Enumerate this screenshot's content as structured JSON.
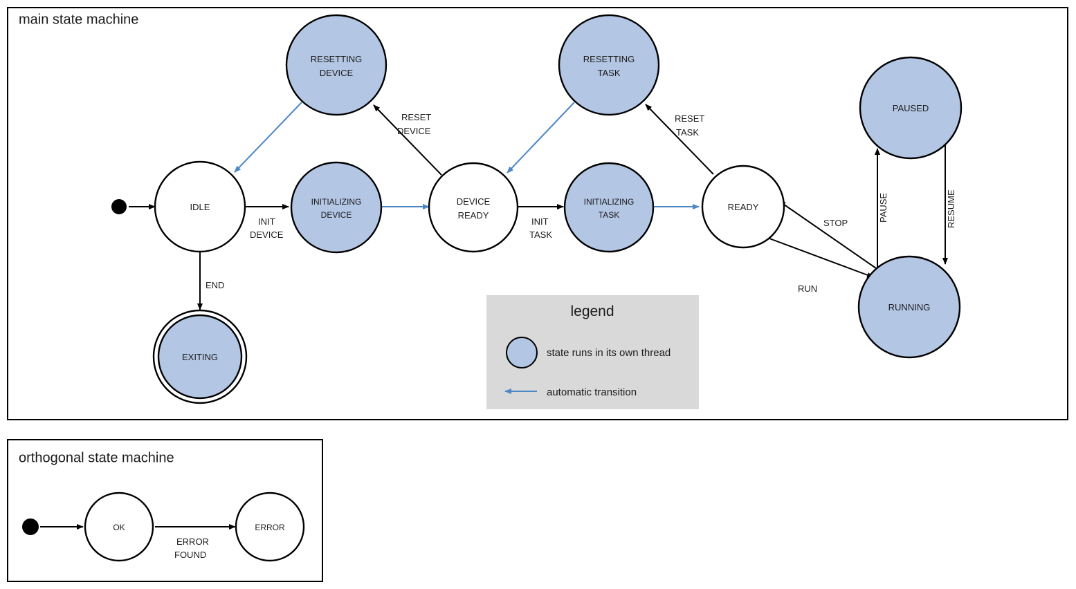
{
  "colors": {
    "thread_state_fill": "#b3c6e4",
    "plain_state_fill": "#ffffff",
    "stroke": "#000000",
    "auto_transition": "#4d86c4",
    "legend_background": "#d9d9d9",
    "page_background": "#ffffff"
  },
  "main": {
    "title": "main state machine",
    "states": [
      {
        "id": "idle",
        "label_line1": "IDLE",
        "label_line2": "",
        "kind": "plain"
      },
      {
        "id": "resetting-device",
        "label_line1": "RESETTING",
        "label_line2": "DEVICE",
        "kind": "threaded"
      },
      {
        "id": "initializing-device",
        "label_line1": "INITIALIZING",
        "label_line2": "DEVICE",
        "kind": "threaded"
      },
      {
        "id": "device-ready",
        "label_line1": "DEVICE",
        "label_line2": "READY",
        "kind": "plain"
      },
      {
        "id": "resetting-task",
        "label_line1": "RESETTING",
        "label_line2": "TASK",
        "kind": "threaded"
      },
      {
        "id": "initializing-task",
        "label_line1": "INITIALIZING",
        "label_line2": "TASK",
        "kind": "threaded"
      },
      {
        "id": "ready",
        "label_line1": "READY",
        "label_line2": "",
        "kind": "plain"
      },
      {
        "id": "paused",
        "label_line1": "PAUSED",
        "label_line2": "",
        "kind": "threaded"
      },
      {
        "id": "running",
        "label_line1": "RUNNING",
        "label_line2": "",
        "kind": "threaded"
      },
      {
        "id": "exiting",
        "label_line1": "EXITING",
        "label_line2": "",
        "kind": "threaded-final"
      }
    ],
    "transitions": [
      {
        "id": "start-to-idle",
        "label_line1": "",
        "label_line2": "",
        "type": "manual"
      },
      {
        "id": "idle-to-initializing-device",
        "label_line1": "INIT",
        "label_line2": "DEVICE",
        "type": "manual"
      },
      {
        "id": "idle-to-exiting",
        "label_line1": "END",
        "label_line2": "",
        "type": "manual"
      },
      {
        "id": "initializing-device-to-device-ready",
        "label_line1": "",
        "label_line2": "",
        "type": "automatic"
      },
      {
        "id": "device-ready-to-resetting-device",
        "label_line1": "RESET",
        "label_line2": "DEVICE",
        "type": "manual"
      },
      {
        "id": "resetting-device-to-idle",
        "label_line1": "",
        "label_line2": "",
        "type": "automatic"
      },
      {
        "id": "device-ready-to-initializing-task",
        "label_line1": "INIT",
        "label_line2": "TASK",
        "type": "manual"
      },
      {
        "id": "initializing-task-to-ready",
        "label_line1": "",
        "label_line2": "",
        "type": "automatic"
      },
      {
        "id": "ready-to-resetting-task",
        "label_line1": "RESET",
        "label_line2": "TASK",
        "type": "manual"
      },
      {
        "id": "resetting-task-to-device-ready",
        "label_line1": "",
        "label_line2": "",
        "type": "automatic"
      },
      {
        "id": "ready-to-running",
        "label_line1": "RUN",
        "label_line2": "",
        "type": "manual"
      },
      {
        "id": "running-to-ready",
        "label_line1": "STOP",
        "label_line2": "",
        "type": "manual"
      },
      {
        "id": "running-to-paused",
        "label_line1": "PAUSE",
        "label_line2": "",
        "type": "manual"
      },
      {
        "id": "paused-to-running",
        "label_line1": "RESUME",
        "label_line2": "",
        "type": "manual"
      }
    ]
  },
  "legend": {
    "title": "legend",
    "thread_entry": "state runs in its own thread",
    "auto_entry": "automatic transition"
  },
  "orthogonal": {
    "title": "orthogonal state machine",
    "states": [
      {
        "id": "ok",
        "label_line1": "OK",
        "kind": "plain"
      },
      {
        "id": "error",
        "label_line1": "ERROR",
        "kind": "plain"
      }
    ],
    "transitions": [
      {
        "id": "start-to-ok",
        "label_line1": "",
        "label_line2": "",
        "type": "manual"
      },
      {
        "id": "ok-to-error",
        "label_line1": "ERROR",
        "label_line2": "FOUND",
        "type": "manual"
      }
    ]
  }
}
